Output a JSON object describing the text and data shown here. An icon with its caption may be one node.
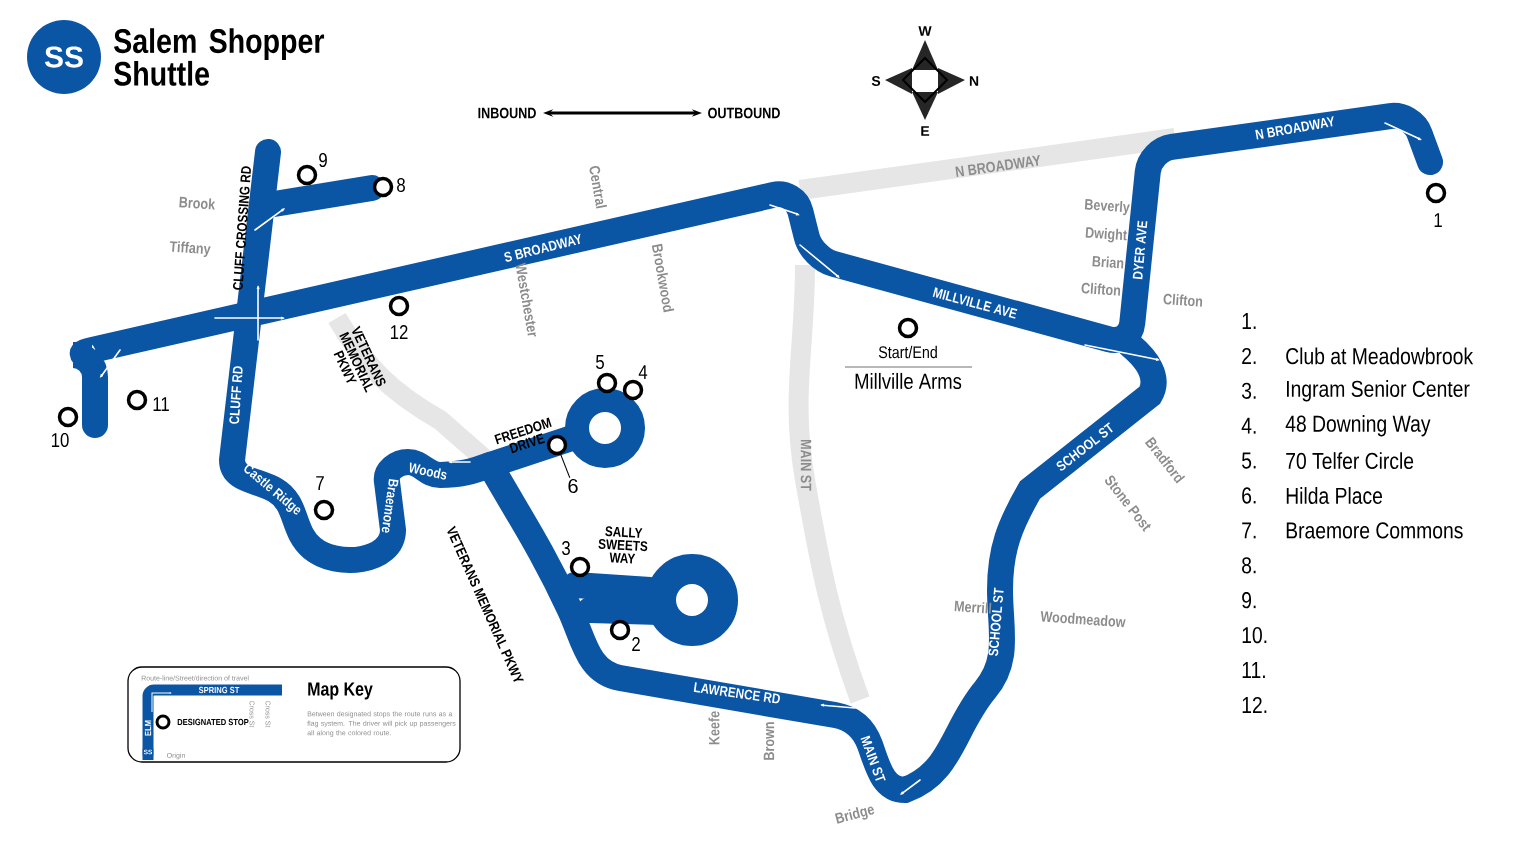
{
  "diagram": {
    "title": "Salem Shopper Shuttle",
    "nodes": [
      {
        "text": [],
        "shape": "circle",
        "beside": [
          "1"
        ]
      },
      {
        "text": [],
        "shape": "circle",
        "beside": [
          "2"
        ]
      },
      {
        "text": [],
        "shape": "circle",
        "beside": [
          "3"
        ]
      },
      {
        "text": [],
        "shape": "circle",
        "beside": [
          "4"
        ]
      },
      {
        "text": [],
        "shape": "circle",
        "beside": [
          "5"
        ]
      },
      {
        "text": [],
        "shape": "circle"
      },
      {
        "text": [],
        "shape": "circle",
        "beside": [
          "7"
        ]
      },
      {
        "text": [],
        "shape": "circle",
        "beside": [
          "8"
        ]
      },
      {
        "text": [],
        "shape": "circle",
        "beside": [
          "9"
        ]
      },
      {
        "text": [],
        "shape": "circle",
        "beside": [
          "10"
        ]
      },
      {
        "text": [],
        "shape": "circle",
        "beside": [
          "11"
        ]
      },
      {
        "text": [],
        "shape": "circle",
        "beside": [
          "12"
        ]
      },
      {
        "text": [],
        "shape": "circle",
        "beside": [
          "Start/End",
          "Millville Arms"
        ]
      },
      {
        "text": [
          "6"
        ]
      }
    ],
    "edges": [
      {
        "from": 13,
        "to": 5,
        "arrow": "none"
      }
    ],
    "labels": [
      "SS",
      "INBOUND",
      "OUTBOUND",
      "W",
      "S",
      "N",
      "E",
      "N BROADWAY",
      "N BROADWAY",
      "CLUFF CROSSING RD",
      "Brook",
      "Tiffany",
      "Central",
      "S BROADWAY",
      "Beverly",
      "Dwight",
      "Brian",
      "Clifton",
      "DYER AVE",
      "Clifton",
      "Westchester",
      "Brookwood",
      "MILLVILLE AVE",
      "VETERANS MEMORIAL PKWY",
      "CLUFF RD",
      "FREEDOM DRIVE",
      "Castle Ridge",
      "Braemore",
      "Woods",
      "MAIN ST",
      "SCHOOL ST",
      "Bradford",
      "Stone Post",
      "SALLY SWEETS WAY",
      "VETERANS MEMORIAL PKWY",
      "Merrill",
      "Woodmeadow",
      "SCHOOL ST",
      "LAWRENCE RD",
      "Keefe",
      "Brown",
      "MAIN ST",
      "Bridge",
      "1.",
      "2.",
      "Club at Meadowbrook",
      "3.",
      "Ingram Senior Center",
      "4.",
      "48 Downing Way",
      "5.",
      "70 Telfer Circle",
      "6.",
      "Hilda Place",
      "7.",
      "Braemore Commons",
      "8.",
      "9.",
      "10.",
      "11.",
      "12.",
      "Route-line/Street/direction of travel",
      "SPRING ST",
      "ELM",
      "DESIGNATED STOP",
      "Cross St",
      "Cross St",
      "Origin",
      "SS",
      "Map Key",
      "Between designated stops the route runs as a flag system. The driver will pick up passengers all along the colored route."
    ]
  }
}
